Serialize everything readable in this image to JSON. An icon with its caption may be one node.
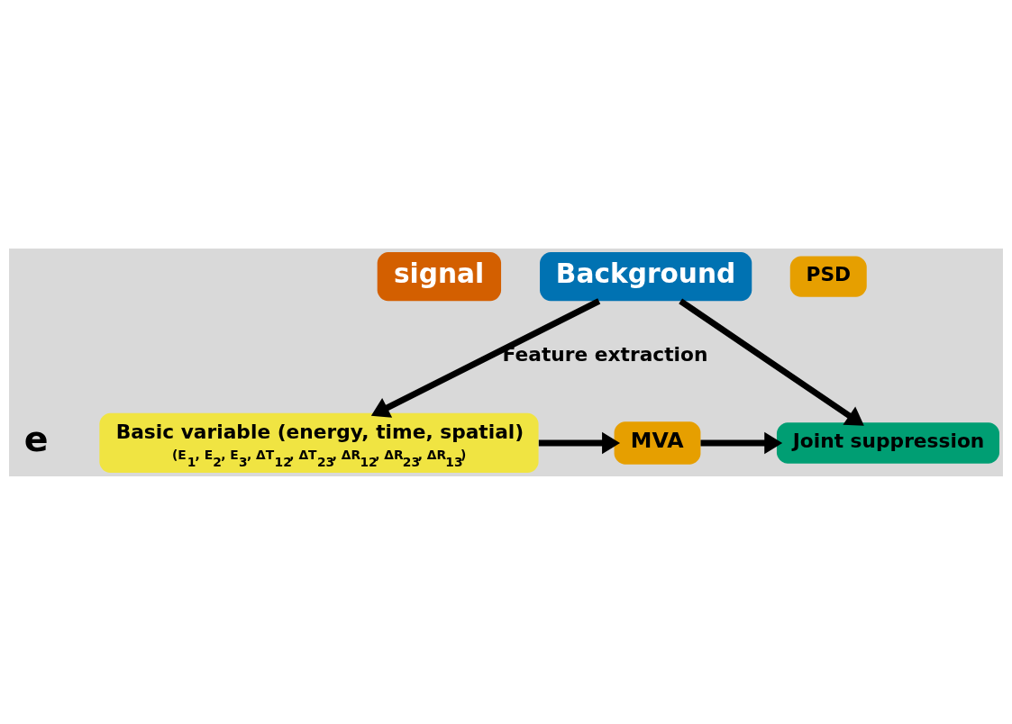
{
  "diagram": {
    "nodes": [
      {
        "text": [
          "signal"
        ]
      },
      {
        "text": [
          "Background"
        ]
      },
      {
        "text": [
          "PSD"
        ]
      },
      {
        "text": [
          "Basic variable (energy, time, spatial)",
          "(E$_{1}$, E$_{2}$, E$_{3}$, ΔT$_{12}$, ΔT$_{23}$, ΔR$_{12}$, ΔR$_{23}$, ΔR$_{13}$)"
        ]
      },
      {
        "text": [
          "MVA"
        ]
      },
      {
        "text": [
          "Joint suppression"
        ]
      }
    ],
    "edges": [
      {
        "from": 1,
        "to": 3,
        "arrow": "to",
        "label": "Feature extraction"
      },
      {
        "from": 1,
        "to": 5,
        "arrow": "to"
      },
      {
        "from": 3,
        "to": 4,
        "arrow": "to"
      },
      {
        "from": 4,
        "to": 5,
        "arrow": "to"
      }
    ],
    "labels": [
      "e"
    ]
  }
}
